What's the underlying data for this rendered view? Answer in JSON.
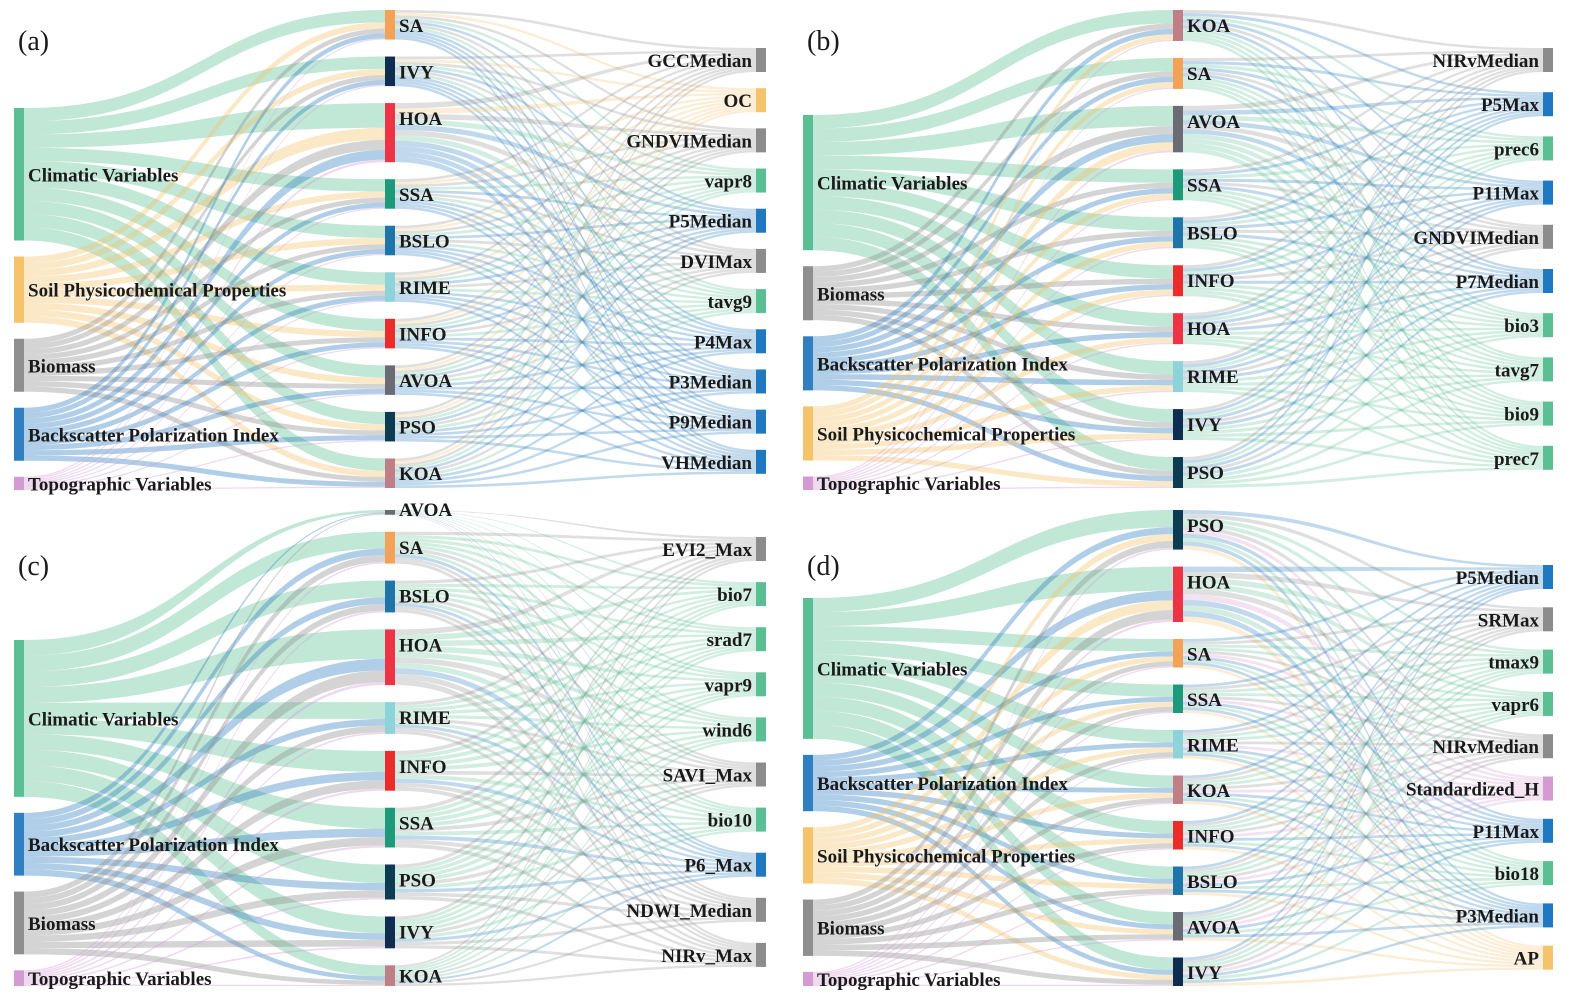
{
  "colors": {
    "climatic": "#5cbf94",
    "soil": "#f5c36c",
    "biomass": "#8f8f8f",
    "backscatter": "#2f7fc1",
    "topographic": "#d39bd2",
    "SA": "#f4a258",
    "IVY": "#0e2d4f",
    "HOA": "#ee3344",
    "SSA": "#1d9a7a",
    "BSLO": "#1f74a8",
    "RIME": "#8fd3da",
    "INFO": "#ec2b2b",
    "AVOA": "#6b6b73",
    "PSO": "#0d3b52",
    "KOA": "#c07f86",
    "grey": "#8c8c8c",
    "green": "#5cbf94",
    "blue": "#1f78c0",
    "orange": "#f5c36c",
    "pink": "#d39bd2"
  },
  "panels": [
    {
      "label": "(a)",
      "sources": [
        {
          "name": "Climatic Variables",
          "group": "climatic",
          "weight": 10
        },
        {
          "name": "Soil Physicochemical Properties",
          "group": "soil",
          "weight": 5
        },
        {
          "name": "Biomass",
          "group": "biomass",
          "weight": 4
        },
        {
          "name": "Backscatter Polarization Index",
          "group": "backscatter",
          "weight": 4
        },
        {
          "name": "Topographic Variables",
          "group": "topographic",
          "weight": 1
        }
      ],
      "algorithms": [
        {
          "name": "SA",
          "color": "SA",
          "weight": 2
        },
        {
          "name": "IVY",
          "color": "IVY",
          "weight": 2
        },
        {
          "name": "HOA",
          "color": "HOA",
          "weight": 4
        },
        {
          "name": "SSA",
          "color": "SSA",
          "weight": 2
        },
        {
          "name": "BSLO",
          "color": "BSLO",
          "weight": 2
        },
        {
          "name": "RIME",
          "color": "RIME",
          "weight": 2
        },
        {
          "name": "INFO",
          "color": "INFO",
          "weight": 2
        },
        {
          "name": "AVOA",
          "color": "AVOA",
          "weight": 2
        },
        {
          "name": "PSO",
          "color": "PSO",
          "weight": 2
        },
        {
          "name": "KOA",
          "color": "KOA",
          "weight": 2
        }
      ],
      "features": [
        {
          "name": "GCCMedian",
          "color": "grey"
        },
        {
          "name": "OC",
          "color": "orange"
        },
        {
          "name": "GNDVIMedian",
          "color": "grey"
        },
        {
          "name": "vapr8",
          "color": "green"
        },
        {
          "name": "P5Median",
          "color": "blue"
        },
        {
          "name": "DVIMax",
          "color": "grey"
        },
        {
          "name": "tavg9",
          "color": "green"
        },
        {
          "name": "P4Max",
          "color": "blue"
        },
        {
          "name": "P3Median",
          "color": "blue"
        },
        {
          "name": "P9Median",
          "color": "blue"
        },
        {
          "name": "VHMedian",
          "color": "blue"
        }
      ]
    },
    {
      "label": "(b)",
      "sources": [
        {
          "name": "Climatic Variables",
          "group": "climatic",
          "weight": 10
        },
        {
          "name": "Biomass",
          "group": "biomass",
          "weight": 4
        },
        {
          "name": "Backscatter Polarization Index",
          "group": "backscatter",
          "weight": 4
        },
        {
          "name": "Soil Physicochemical Properties",
          "group": "soil",
          "weight": 4
        },
        {
          "name": "Topographic Variables",
          "group": "topographic",
          "weight": 1
        }
      ],
      "algorithms": [
        {
          "name": "KOA",
          "color": "KOA",
          "weight": 2
        },
        {
          "name": "SA",
          "color": "SA",
          "weight": 2
        },
        {
          "name": "AVOA",
          "color": "AVOA",
          "weight": 3
        },
        {
          "name": "SSA",
          "color": "SSA",
          "weight": 2
        },
        {
          "name": "BSLO",
          "color": "BSLO",
          "weight": 2
        },
        {
          "name": "INFO",
          "color": "INFO",
          "weight": 2
        },
        {
          "name": "HOA",
          "color": "HOA",
          "weight": 2
        },
        {
          "name": "RIME",
          "color": "RIME",
          "weight": 2
        },
        {
          "name": "IVY",
          "color": "IVY",
          "weight": 2
        },
        {
          "name": "PSO",
          "color": "PSO",
          "weight": 2
        }
      ],
      "features": [
        {
          "name": "NIRvMedian",
          "color": "grey"
        },
        {
          "name": "P5Max",
          "color": "blue"
        },
        {
          "name": "prec6",
          "color": "green"
        },
        {
          "name": "P11Max",
          "color": "blue"
        },
        {
          "name": "GNDVIMedian",
          "color": "grey"
        },
        {
          "name": "P7Median",
          "color": "blue"
        },
        {
          "name": "bio3",
          "color": "green"
        },
        {
          "name": "tavg7",
          "color": "green"
        },
        {
          "name": "bio9",
          "color": "green"
        },
        {
          "name": "prec7",
          "color": "green"
        }
      ]
    },
    {
      "label": "(c)",
      "sources": [
        {
          "name": "Climatic Variables",
          "group": "climatic",
          "weight": 10
        },
        {
          "name": "Backscatter Polarization Index",
          "group": "backscatter",
          "weight": 4
        },
        {
          "name": "Biomass",
          "group": "biomass",
          "weight": 4
        },
        {
          "name": "Topographic Variables",
          "group": "topographic",
          "weight": 1
        }
      ],
      "algorithms": [
        {
          "name": "AVOA",
          "color": "AVOA",
          "weight": 0.3
        },
        {
          "name": "SA",
          "color": "SA",
          "weight": 2
        },
        {
          "name": "BSLO",
          "color": "BSLO",
          "weight": 2
        },
        {
          "name": "HOA",
          "color": "HOA",
          "weight": 3.5
        },
        {
          "name": "RIME",
          "color": "RIME",
          "weight": 2
        },
        {
          "name": "INFO",
          "color": "INFO",
          "weight": 2.5
        },
        {
          "name": "SSA",
          "color": "SSA",
          "weight": 2.5
        },
        {
          "name": "PSO",
          "color": "PSO",
          "weight": 2.2
        },
        {
          "name": "IVY",
          "color": "IVY",
          "weight": 2
        },
        {
          "name": "KOA",
          "color": "KOA",
          "weight": 1.3
        }
      ],
      "features": [
        {
          "name": "EVI2_Max",
          "color": "grey"
        },
        {
          "name": "bio7",
          "color": "green"
        },
        {
          "name": "srad7",
          "color": "green"
        },
        {
          "name": "vapr9",
          "color": "green"
        },
        {
          "name": "wind6",
          "color": "green"
        },
        {
          "name": "SAVI_Max",
          "color": "grey"
        },
        {
          "name": "bio10",
          "color": "green"
        },
        {
          "name": "P6_Max",
          "color": "blue"
        },
        {
          "name": "NDWI_Median",
          "color": "grey"
        },
        {
          "name": "NIRv_Max",
          "color": "grey"
        }
      ]
    },
    {
      "label": "(d)",
      "sources": [
        {
          "name": "Climatic Variables",
          "group": "climatic",
          "weight": 10
        },
        {
          "name": "Backscatter Polarization Index",
          "group": "backscatter",
          "weight": 4
        },
        {
          "name": "Soil Physicochemical Properties",
          "group": "soil",
          "weight": 4
        },
        {
          "name": "Biomass",
          "group": "biomass",
          "weight": 4
        },
        {
          "name": "Topographic Variables",
          "group": "topographic",
          "weight": 1
        }
      ],
      "algorithms": [
        {
          "name": "PSO",
          "color": "PSO",
          "weight": 2.5
        },
        {
          "name": "HOA",
          "color": "HOA",
          "weight": 3.5
        },
        {
          "name": "SA",
          "color": "SA",
          "weight": 1.8
        },
        {
          "name": "SSA",
          "color": "SSA",
          "weight": 1.8
        },
        {
          "name": "RIME",
          "color": "RIME",
          "weight": 1.8
        },
        {
          "name": "KOA",
          "color": "KOA",
          "weight": 1.8
        },
        {
          "name": "INFO",
          "color": "INFO",
          "weight": 1.8
        },
        {
          "name": "BSLO",
          "color": "BSLO",
          "weight": 1.8
        },
        {
          "name": "AVOA",
          "color": "AVOA",
          "weight": 1.8
        },
        {
          "name": "IVY",
          "color": "IVY",
          "weight": 1.8
        }
      ],
      "features": [
        {
          "name": "P5Median",
          "color": "blue"
        },
        {
          "name": "SRMax",
          "color": "grey"
        },
        {
          "name": "tmax9",
          "color": "green"
        },
        {
          "name": "vapr6",
          "color": "green"
        },
        {
          "name": "NIRvMedian",
          "color": "grey"
        },
        {
          "name": "Standardized_H",
          "color": "pink"
        },
        {
          "name": "P11Max",
          "color": "blue"
        },
        {
          "name": "bio18",
          "color": "green"
        },
        {
          "name": "P3Median",
          "color": "blue"
        },
        {
          "name": "AP",
          "color": "orange"
        }
      ]
    }
  ]
}
